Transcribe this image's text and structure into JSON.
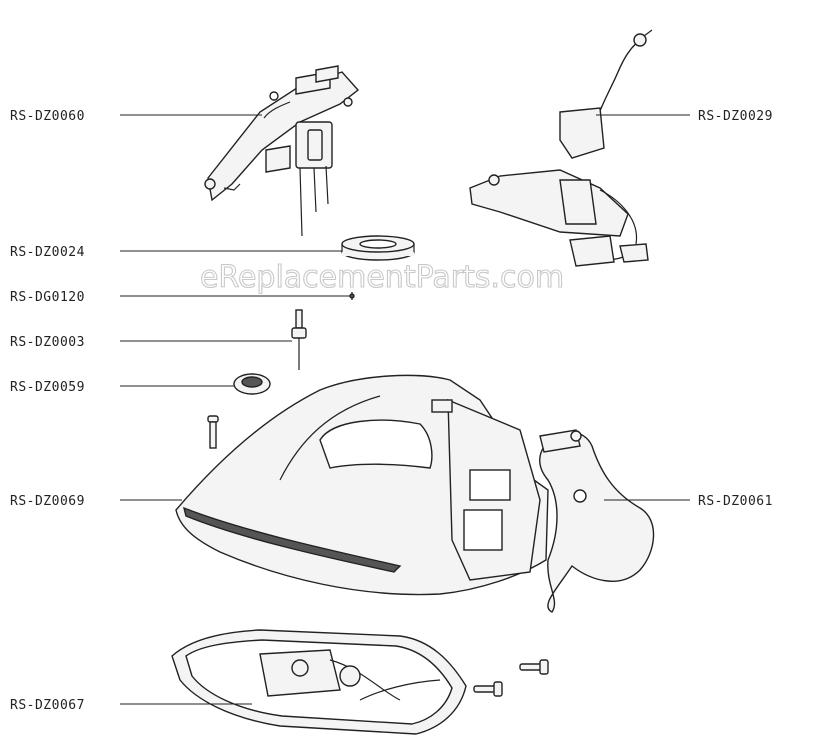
{
  "watermark": "eReplacementParts.com",
  "labels": {
    "dz0060": "RS-DZ0060",
    "dz0029": "RS-DZ0029",
    "dz0024": "RS-DZ0024",
    "dg0120": "RS-DG0120",
    "dz0003": "RS-DZ0003",
    "dz0059": "RS-DZ0059",
    "dz0069": "RS-DZ0069",
    "dz0061": "RS-DZ0061",
    "dz0067": "RS-DZ0067"
  }
}
